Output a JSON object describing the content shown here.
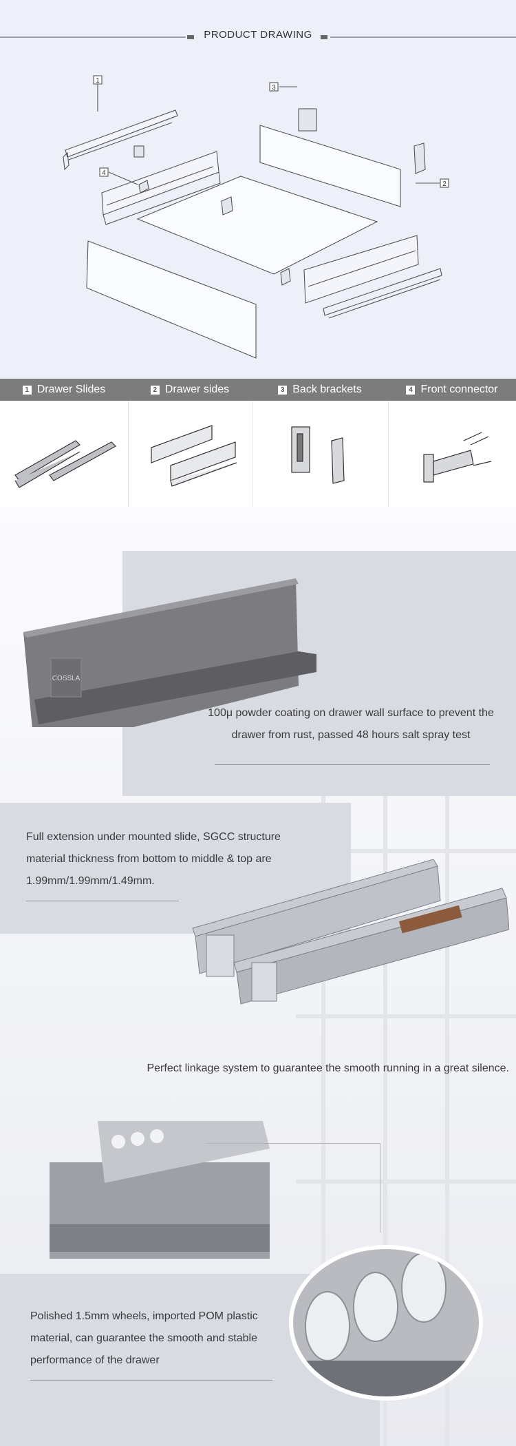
{
  "header": {
    "title": "PRODUCT DRAWING"
  },
  "callouts": [
    "1",
    "2",
    "3",
    "4"
  ],
  "parts": [
    {
      "num": "1",
      "label": "Drawer Slides"
    },
    {
      "num": "2",
      "label": "Drawer sides"
    },
    {
      "num": "3",
      "label": "Back brackets"
    },
    {
      "num": "4",
      "label": "Front connector"
    }
  ],
  "brand_logo": "COSSLA",
  "features": {
    "coating": "100μ powder coating on drawer wall surface to prevent the drawer from rust, passed 48 hours salt spray test",
    "extension": "Full extension under mounted slide, SGCC structure material thickness from bottom to middle & top are 1.99mm/1.99mm/1.49mm.",
    "linkage": "Perfect linkage system to guarantee the smooth running in a great silence.",
    "wheels": "Polished 1.5mm wheels, imported POM plastic material, can guarantee the smooth and stable performance of the drawer"
  },
  "colors": {
    "drawing_bg": "#eef0f9",
    "part_header": "#7c7c7c",
    "panel_blue": "#d9dbe3"
  }
}
